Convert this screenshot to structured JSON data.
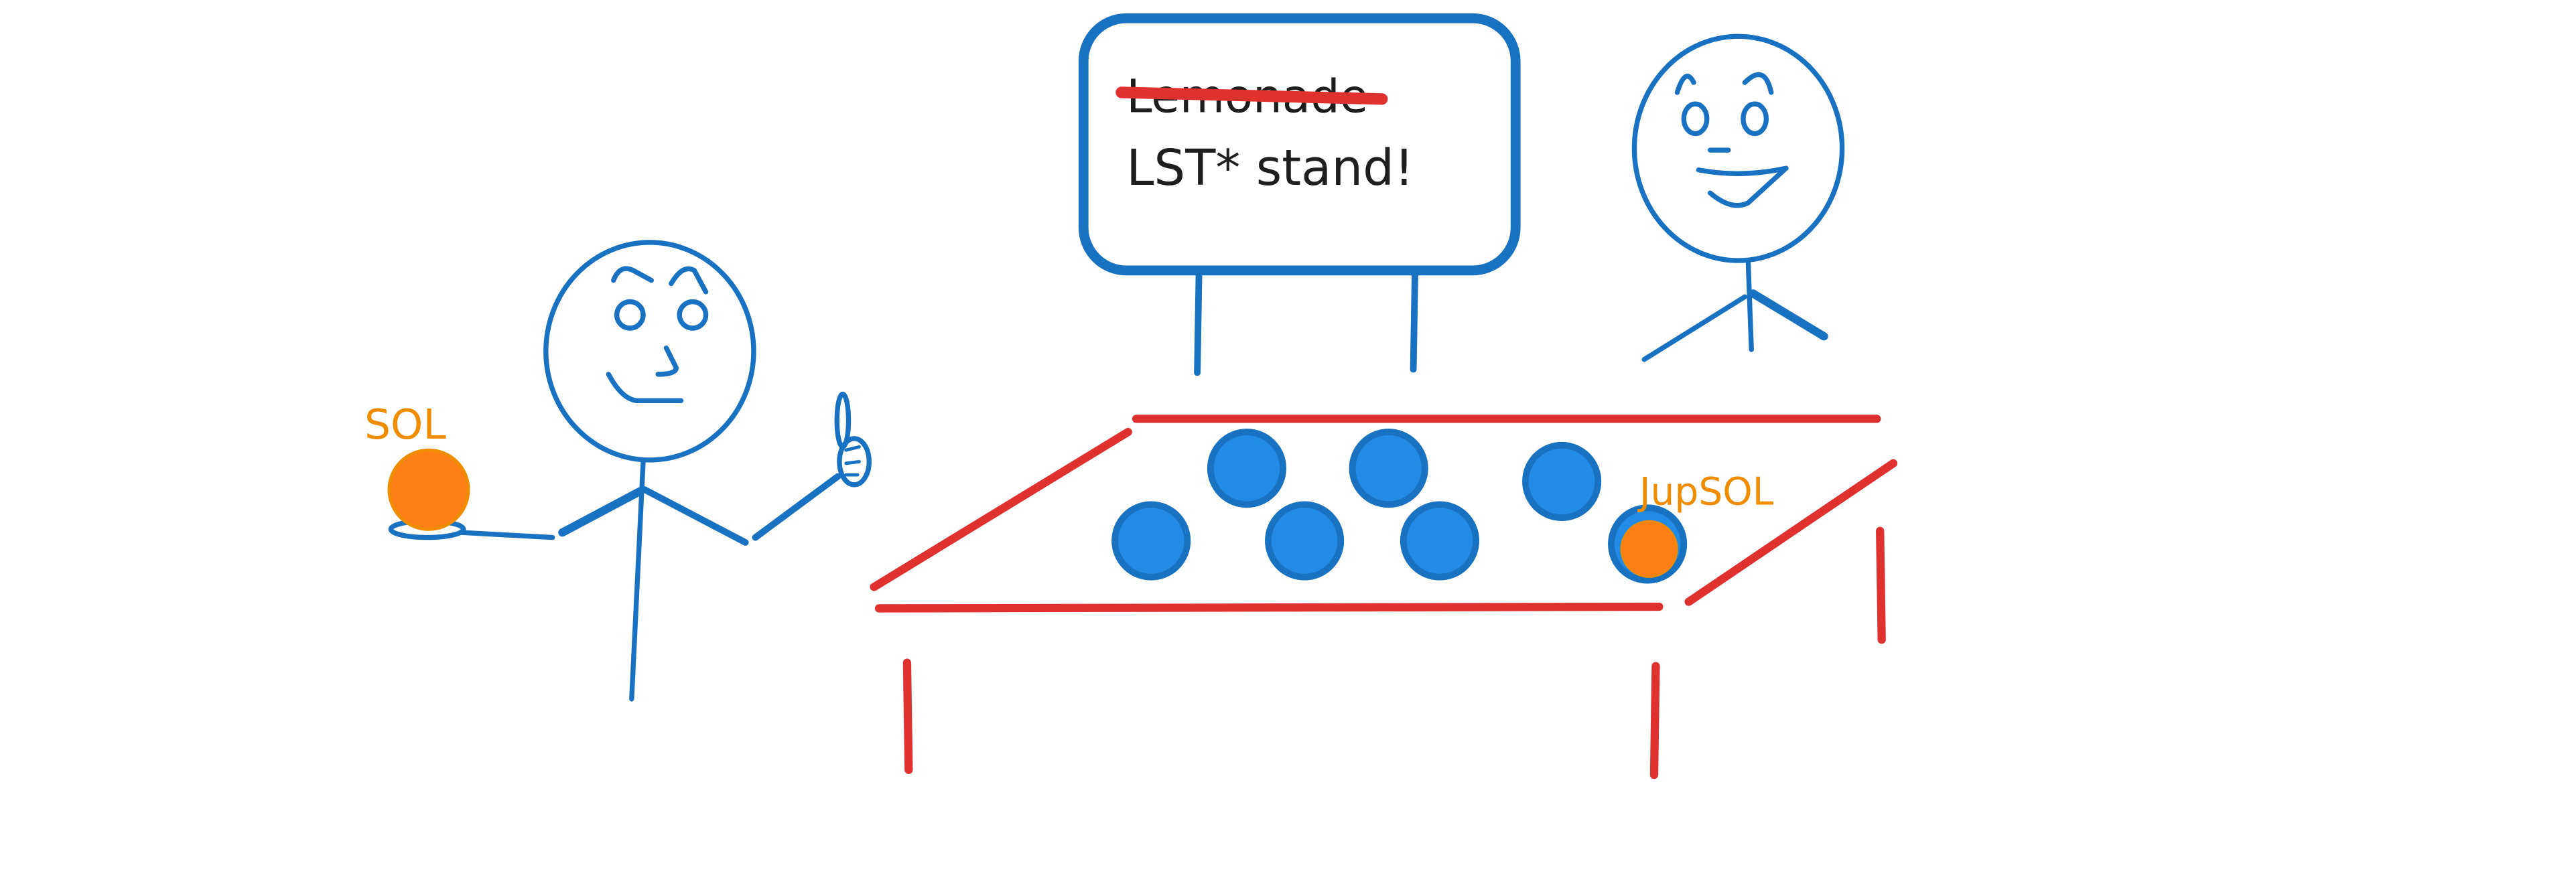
{
  "sign": {
    "crossed_out_text": "Lemonade",
    "text": "LST* stand!"
  },
  "labels": {
    "sol": "SOL",
    "jupsol": "JupSOL"
  },
  "colors": {
    "stroke_blue": "#1971c2",
    "fill_blue": "#228be6",
    "table_red": "#e03131",
    "orange_text": "#f08c00",
    "orange_fill": "#fd7e14",
    "text_dark": "#1e1e1e"
  }
}
